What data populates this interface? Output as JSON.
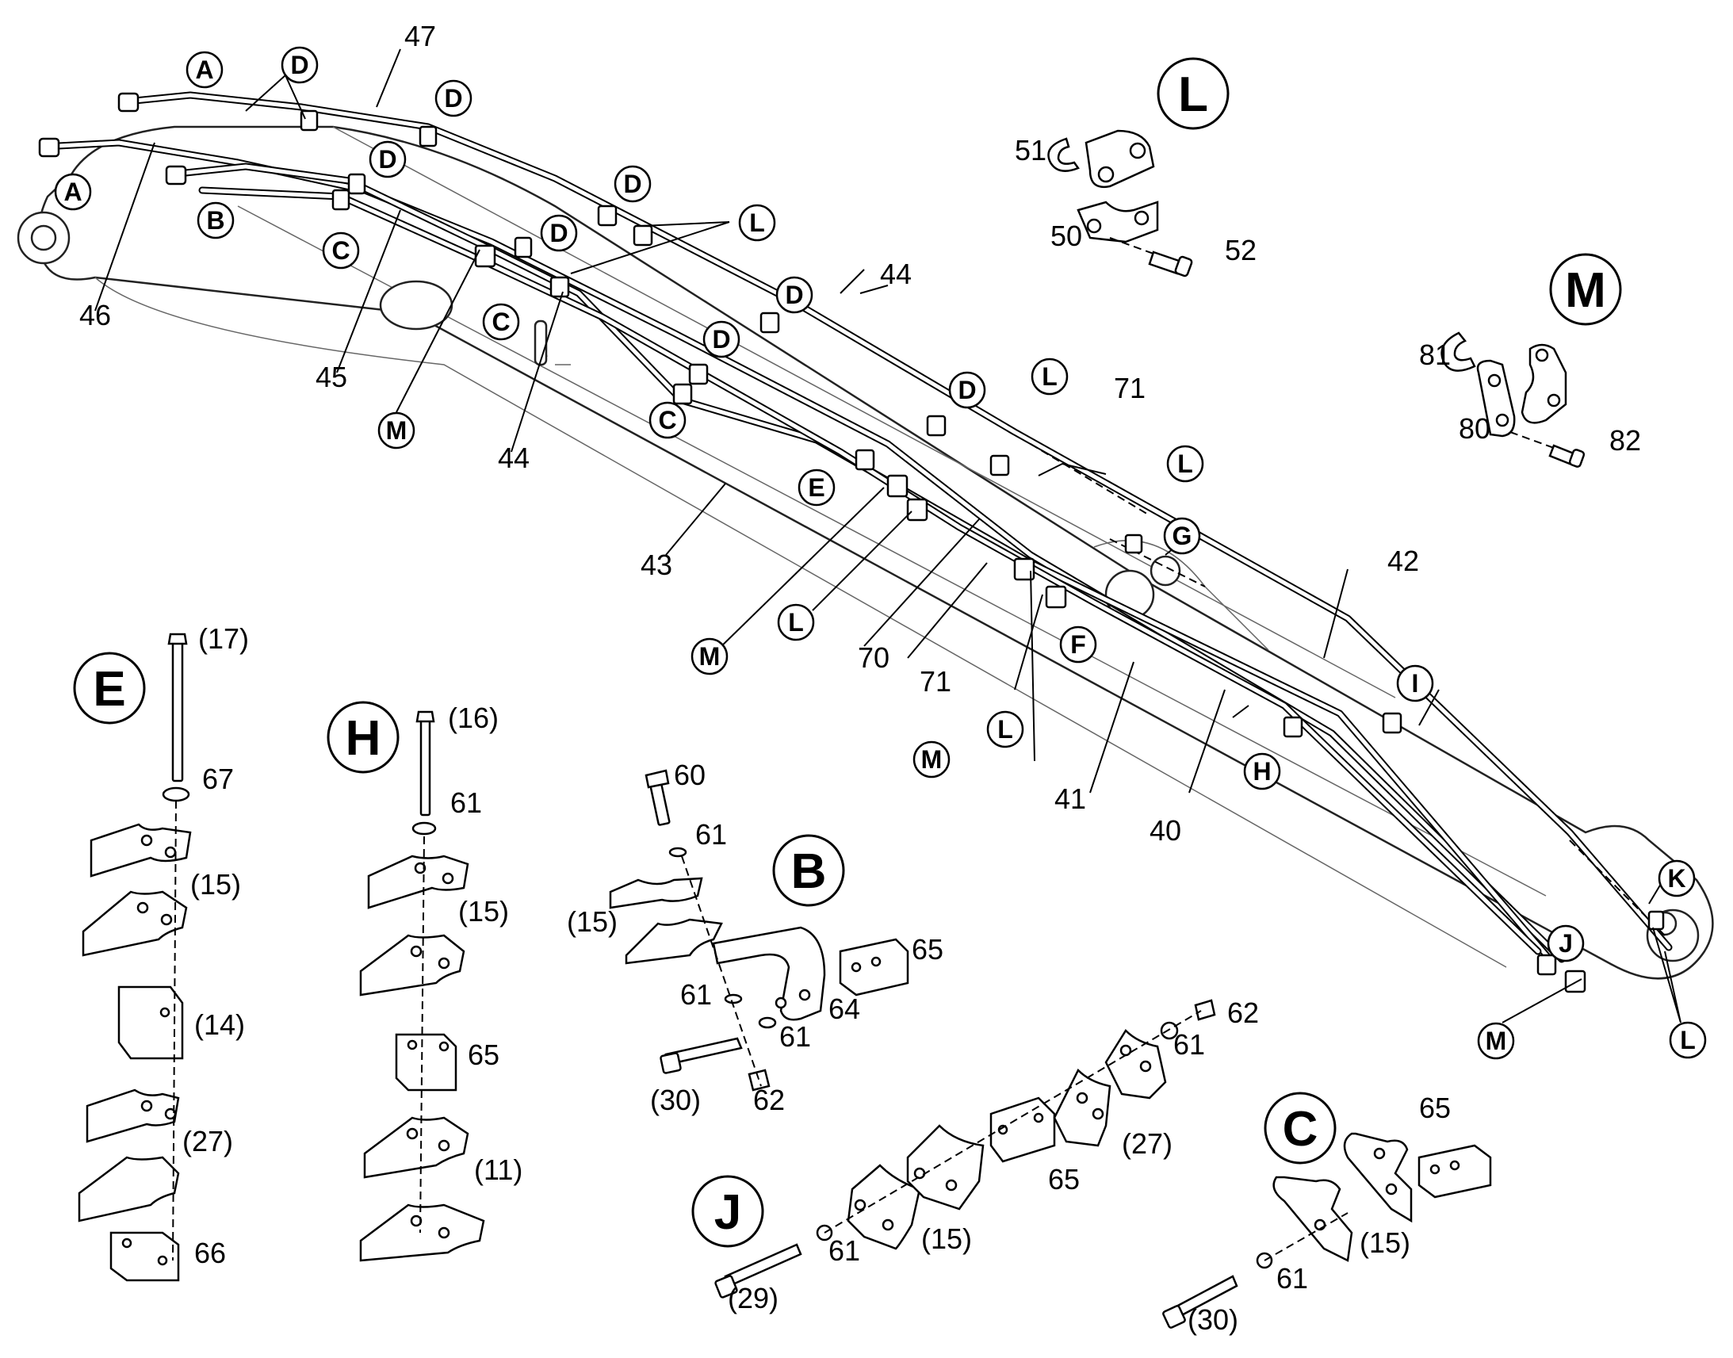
{
  "callouts": [
    {
      "id": "A1",
      "text": "A"
    },
    {
      "id": "A2",
      "text": "A"
    },
    {
      "id": "B",
      "text": "B"
    },
    {
      "id": "C1",
      "text": "C"
    },
    {
      "id": "C2",
      "text": "C"
    },
    {
      "id": "C3",
      "text": "C"
    },
    {
      "id": "D1",
      "text": "D"
    },
    {
      "id": "D2",
      "text": "D"
    },
    {
      "id": "D3",
      "text": "D"
    },
    {
      "id": "D4",
      "text": "D"
    },
    {
      "id": "D5",
      "text": "D"
    },
    {
      "id": "D6",
      "text": "D"
    },
    {
      "id": "D7",
      "text": "D"
    },
    {
      "id": "D8",
      "text": "D"
    },
    {
      "id": "E",
      "text": "E"
    },
    {
      "id": "F",
      "text": "F"
    },
    {
      "id": "G",
      "text": "G"
    },
    {
      "id": "H",
      "text": "H"
    },
    {
      "id": "I",
      "text": "I"
    },
    {
      "id": "J",
      "text": "J"
    },
    {
      "id": "K",
      "text": "K"
    },
    {
      "id": "L1",
      "text": "L"
    },
    {
      "id": "L2",
      "text": "L"
    },
    {
      "id": "L3",
      "text": "L"
    },
    {
      "id": "L4",
      "text": "L"
    },
    {
      "id": "L5",
      "text": "L"
    },
    {
      "id": "L6",
      "text": "L"
    },
    {
      "id": "M1",
      "text": "M"
    },
    {
      "id": "M2",
      "text": "M"
    },
    {
      "id": "M3",
      "text": "M"
    },
    {
      "id": "M4",
      "text": "M"
    }
  ],
  "detail_headers": [
    {
      "id": "L",
      "text": "L"
    },
    {
      "id": "M",
      "text": "M"
    },
    {
      "id": "E",
      "text": "E"
    },
    {
      "id": "H",
      "text": "H"
    },
    {
      "id": "B",
      "text": "B"
    },
    {
      "id": "J",
      "text": "J"
    },
    {
      "id": "C",
      "text": "C"
    }
  ],
  "part_numbers": [
    {
      "id": "p47",
      "text": "47"
    },
    {
      "id": "p46",
      "text": "46"
    },
    {
      "id": "p45",
      "text": "45"
    },
    {
      "id": "p44a",
      "text": "44"
    },
    {
      "id": "p44b",
      "text": "44"
    },
    {
      "id": "p43",
      "text": "43"
    },
    {
      "id": "p71a",
      "text": "71"
    },
    {
      "id": "p71b",
      "text": "71"
    },
    {
      "id": "p70",
      "text": "70"
    },
    {
      "id": "p42",
      "text": "42"
    },
    {
      "id": "p41",
      "text": "41"
    },
    {
      "id": "p40",
      "text": "40"
    },
    {
      "id": "p51",
      "text": "51"
    },
    {
      "id": "p50",
      "text": "50"
    },
    {
      "id": "p52",
      "text": "52"
    },
    {
      "id": "p81",
      "text": "81"
    },
    {
      "id": "p80",
      "text": "80"
    },
    {
      "id": "p82",
      "text": "82"
    },
    {
      "id": "e17",
      "text": "(17)"
    },
    {
      "id": "e67",
      "text": "67"
    },
    {
      "id": "e15",
      "text": "(15)"
    },
    {
      "id": "e14",
      "text": "(14)"
    },
    {
      "id": "e27",
      "text": "(27)"
    },
    {
      "id": "e66",
      "text": "66"
    },
    {
      "id": "h16",
      "text": "(16)"
    },
    {
      "id": "h61",
      "text": "61"
    },
    {
      "id": "h15",
      "text": "(15)"
    },
    {
      "id": "h65",
      "text": "65"
    },
    {
      "id": "h11",
      "text": "(11)"
    },
    {
      "id": "b60",
      "text": "60"
    },
    {
      "id": "b61a",
      "text": "61"
    },
    {
      "id": "b15",
      "text": "(15)"
    },
    {
      "id": "b65",
      "text": "65"
    },
    {
      "id": "b61b",
      "text": "61"
    },
    {
      "id": "b64",
      "text": "64"
    },
    {
      "id": "b61c",
      "text": "61"
    },
    {
      "id": "b30",
      "text": "(30)"
    },
    {
      "id": "b62",
      "text": "62"
    },
    {
      "id": "j62",
      "text": "62"
    },
    {
      "id": "j61a",
      "text": "61"
    },
    {
      "id": "j27",
      "text": "(27)"
    },
    {
      "id": "j65",
      "text": "65"
    },
    {
      "id": "j15",
      "text": "(15)"
    },
    {
      "id": "j61b",
      "text": "61"
    },
    {
      "id": "j29",
      "text": "(29)"
    },
    {
      "id": "c65",
      "text": "65"
    },
    {
      "id": "c15",
      "text": "(15)"
    },
    {
      "id": "c61",
      "text": "61"
    },
    {
      "id": "c30",
      "text": "(30)"
    }
  ]
}
